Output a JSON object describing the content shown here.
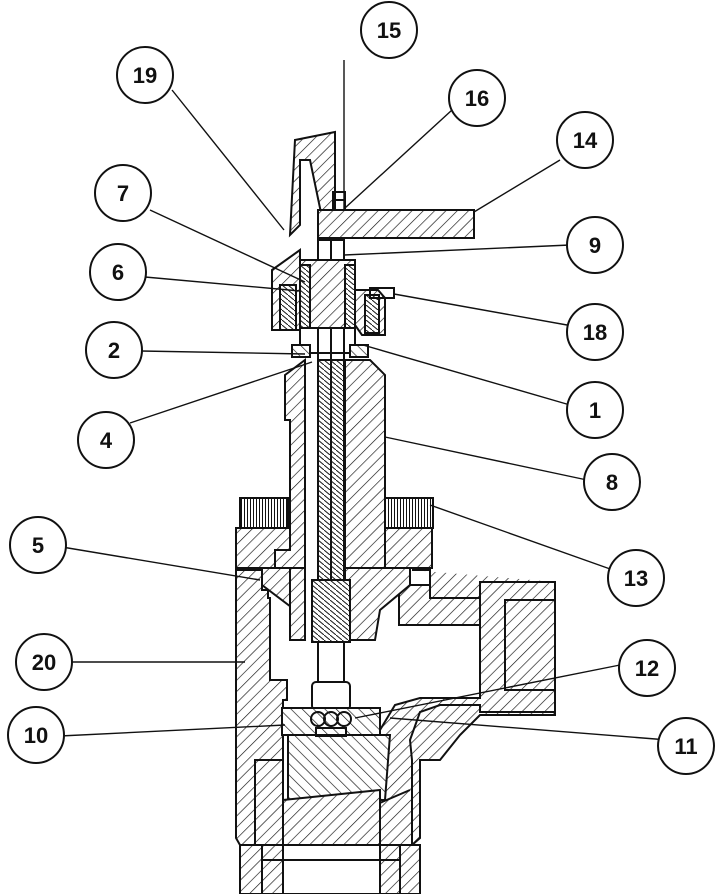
{
  "callouts": [
    {
      "label": "15"
    },
    {
      "label": "19"
    },
    {
      "label": "16"
    },
    {
      "label": "14"
    },
    {
      "label": "7"
    },
    {
      "label": "9"
    },
    {
      "label": "6"
    },
    {
      "label": "18"
    },
    {
      "label": "2"
    },
    {
      "label": "1"
    },
    {
      "label": "4"
    },
    {
      "label": "8"
    },
    {
      "label": "13"
    },
    {
      "label": "5"
    },
    {
      "label": "20"
    },
    {
      "label": "12"
    },
    {
      "label": "10"
    },
    {
      "label": "11"
    }
  ]
}
